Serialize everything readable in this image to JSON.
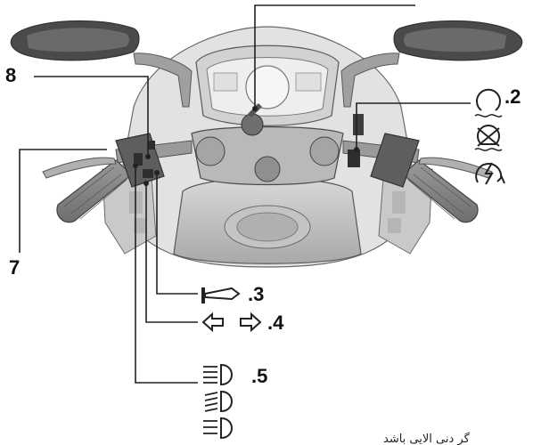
{
  "labels": {
    "label_8": "8",
    "label_7": "7",
    "label_2": ".2",
    "label_3": ".3",
    "label_4": ".4",
    "label_5": ".5"
  },
  "caption": "گر دنی الایی باشد",
  "icons": {
    "engine_stop_run": "engine-run-icon",
    "engine_stop_off": "engine-stop-icon",
    "start_switch": "starter-icon",
    "horn": "horn-icon",
    "turn_signal": "turn-signal-arrows-icon",
    "high_beam": "high-beam-icon",
    "low_beam": "low-beam-icon",
    "pass_light": "pass-light-icon"
  },
  "colors": {
    "line": "#222222",
    "bike_dark": "#8c8c8c",
    "bike_mid": "#bfbfbf",
    "bike_light": "#e4e4e4",
    "outline": "#5a5a5a"
  }
}
